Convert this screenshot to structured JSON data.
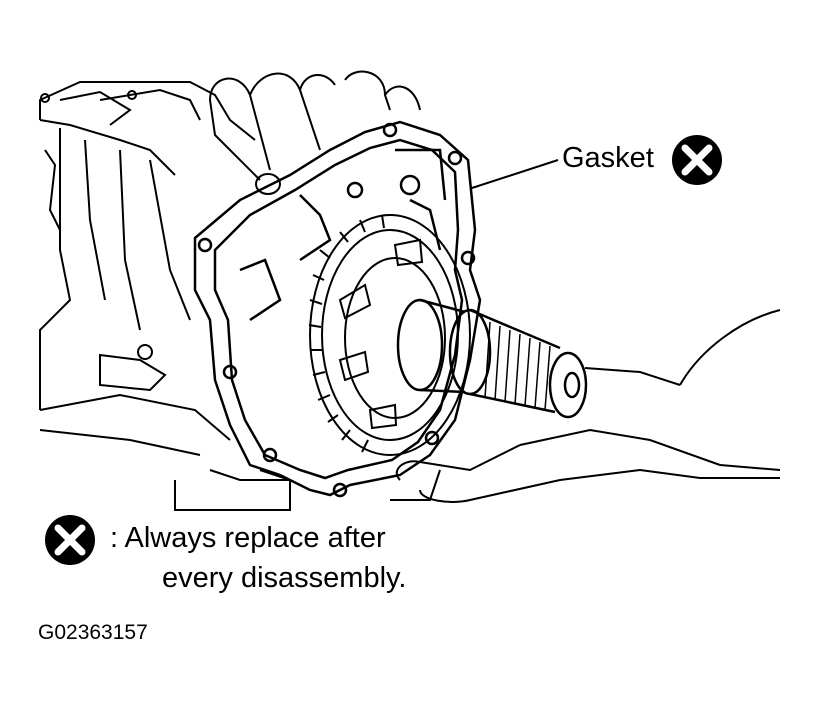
{
  "callouts": {
    "gasket": "Gasket"
  },
  "legend": {
    "line1": ": Always replace after",
    "line2": "every disassembly."
  },
  "figure_code": "G02363157",
  "icons": {
    "replace_symbol": "circled-x-icon"
  }
}
